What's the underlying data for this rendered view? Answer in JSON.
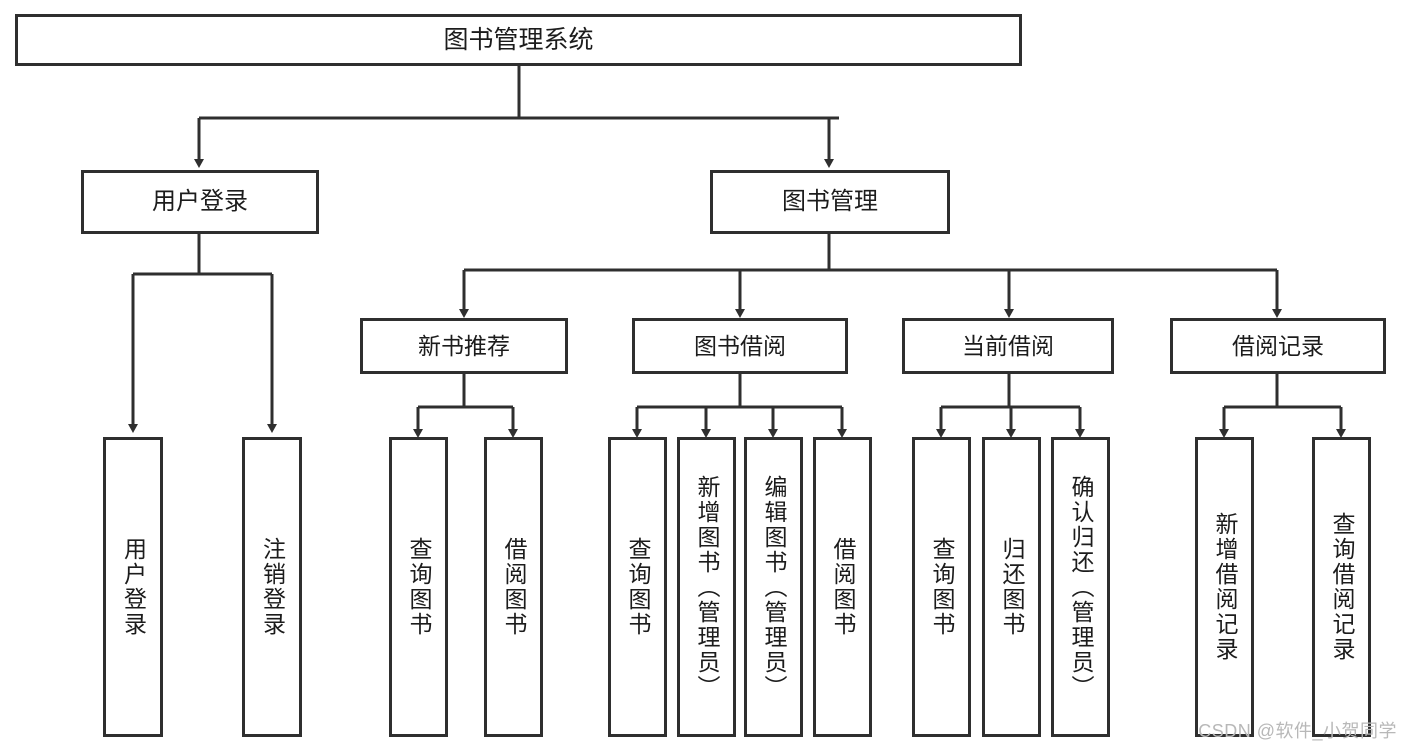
{
  "diagram": {
    "title": "图书管理系统",
    "type": "hierarchy-tree",
    "nodes": {
      "root": {
        "label": "图书管理系统"
      },
      "level1": [
        {
          "label": "用户登录"
        },
        {
          "label": "图书管理"
        }
      ],
      "level2": [
        {
          "label": "新书推荐"
        },
        {
          "label": "图书借阅"
        },
        {
          "label": "当前借阅"
        },
        {
          "label": "借阅记录"
        }
      ],
      "leaves": [
        {
          "label": "用户登录"
        },
        {
          "label": "注销登录"
        },
        {
          "label": "查询图书"
        },
        {
          "label": "借阅图书"
        },
        {
          "label": "查询图书"
        },
        {
          "label": "新增图书（管理员）"
        },
        {
          "label": "编辑图书（管理员）"
        },
        {
          "label": "借阅图书"
        },
        {
          "label": "查询图书"
        },
        {
          "label": "归还图书"
        },
        {
          "label": "确认归还（管理员）"
        },
        {
          "label": "新增借阅记录"
        },
        {
          "label": "查询借阅记录"
        }
      ]
    },
    "colors": {
      "box_fill": "#ffffff",
      "box_stroke": "#2f2f2f",
      "connector": "#2f2f2f",
      "text": "#1c1c1c",
      "watermark": "#b8b8b8"
    }
  },
  "watermark": {
    "text": "CSDN @软件_小贺同学"
  }
}
